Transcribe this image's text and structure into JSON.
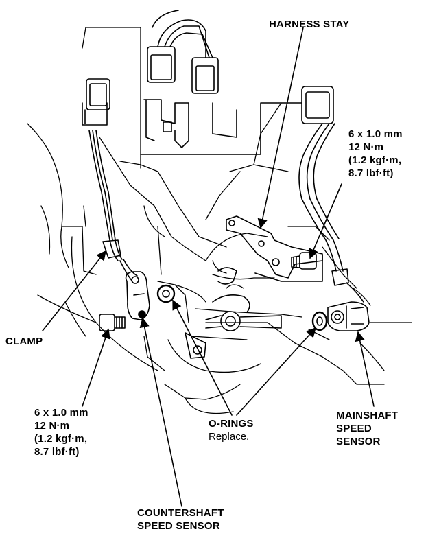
{
  "labels": {
    "harness_stay": "HARNESS STAY",
    "bolt_right": [
      "6 x 1.0 mm",
      "12 N·m",
      "(1.2 kgf·m,",
      "8.7 lbf·ft)"
    ],
    "clamp": "CLAMP",
    "bolt_left": [
      "6 x 1.0 mm",
      "12 N·m",
      "(1.2 kgf·m,",
      "8.7 lbf·ft)"
    ],
    "o_rings": "O-RINGS",
    "o_rings_note": "Replace.",
    "mainshaft": [
      "MAINSHAFT",
      "SPEED",
      "SENSOR"
    ],
    "countershaft": [
      "COUNTERSHAFT",
      "SPEED SENSOR"
    ]
  },
  "colors": {
    "ink": "#000000",
    "paper": "#ffffff"
  }
}
